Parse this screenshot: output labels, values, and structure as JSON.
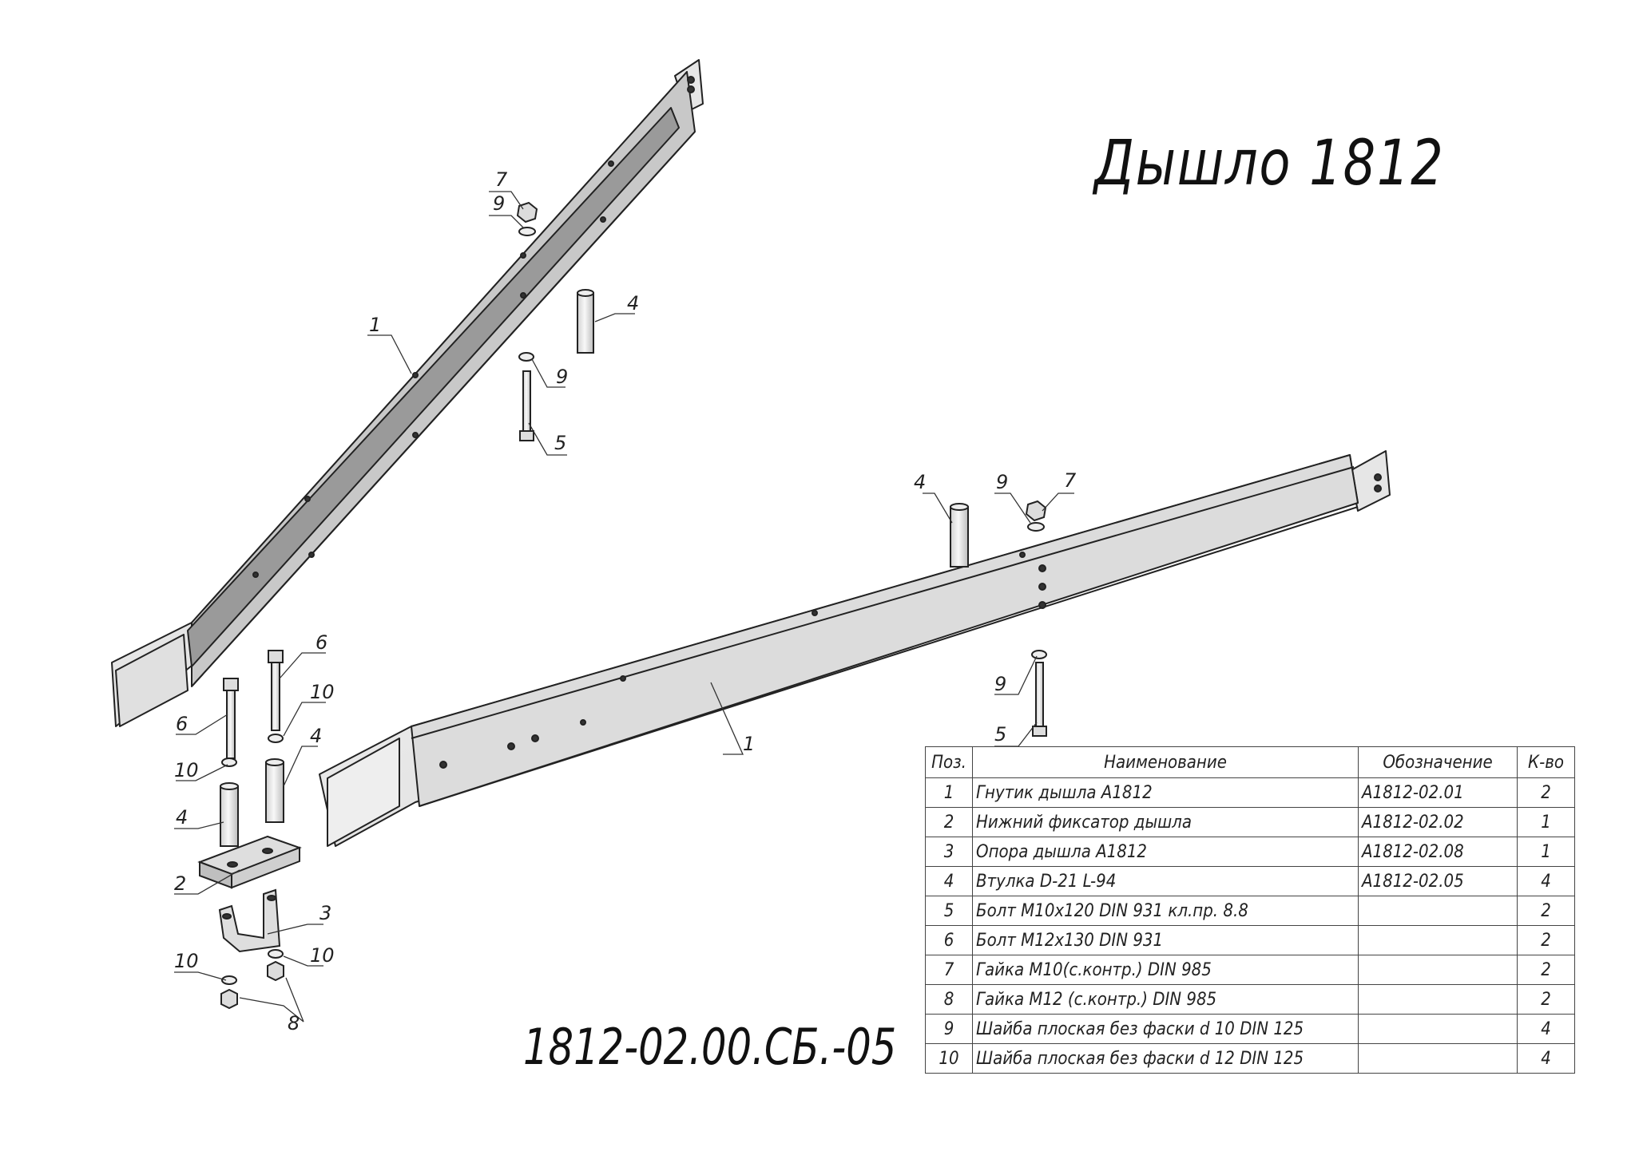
{
  "title": "Дышло 1812",
  "document_number": "1812-02.00.СБ.-05",
  "callouts": [
    {
      "id": "c7a",
      "text": "7"
    },
    {
      "id": "c9a",
      "text": "9"
    },
    {
      "id": "c4a",
      "text": "4"
    },
    {
      "id": "c1a",
      "text": "1"
    },
    {
      "id": "c9b",
      "text": "9"
    },
    {
      "id": "c5a",
      "text": "5"
    },
    {
      "id": "c4b",
      "text": "4"
    },
    {
      "id": "c9c",
      "text": "9"
    },
    {
      "id": "c7b",
      "text": "7"
    },
    {
      "id": "c1b",
      "text": "1"
    },
    {
      "id": "c9d",
      "text": "9"
    },
    {
      "id": "c5b",
      "text": "5"
    },
    {
      "id": "c6a",
      "text": "6"
    },
    {
      "id": "c10a",
      "text": "10"
    },
    {
      "id": "c4c",
      "text": "4"
    },
    {
      "id": "c6b",
      "text": "6"
    },
    {
      "id": "c10b",
      "text": "10"
    },
    {
      "id": "c4d",
      "text": "4"
    },
    {
      "id": "c2",
      "text": "2"
    },
    {
      "id": "c3",
      "text": "3"
    },
    {
      "id": "c10c",
      "text": "10"
    },
    {
      "id": "c10d",
      "text": "10"
    },
    {
      "id": "c8",
      "text": "8"
    }
  ],
  "spec_table": {
    "headers": [
      "Поз.",
      "Наименование",
      "Обозначение",
      "К-во"
    ],
    "rows": [
      [
        "1",
        "Гнутик дышла А1812",
        "А1812-02.01",
        "2"
      ],
      [
        "2",
        "Нижний фиксатор дышла",
        "А1812-02.02",
        "1"
      ],
      [
        "3",
        "Опора дышла А1812",
        "А1812-02.08",
        "1"
      ],
      [
        "4",
        "Втулка D-21 L-94",
        "А1812-02.05",
        "4"
      ],
      [
        "5",
        "Болт М10х120 DIN 931 кл.пр. 8.8",
        "",
        "2"
      ],
      [
        "6",
        "Болт М12х130 DIN 931",
        "",
        "2"
      ],
      [
        "7",
        "Гайка  М10(с.контр.) DIN 985",
        "",
        "2"
      ],
      [
        "8",
        "Гайка   М12 (с.контр.) DIN 985",
        "",
        "2"
      ],
      [
        "9",
        "Шайба плоская без фаски d 10  DIN 125",
        "",
        "4"
      ],
      [
        "10",
        "Шайба плоская без фаски d 12  DIN 125",
        "",
        "4"
      ]
    ]
  }
}
